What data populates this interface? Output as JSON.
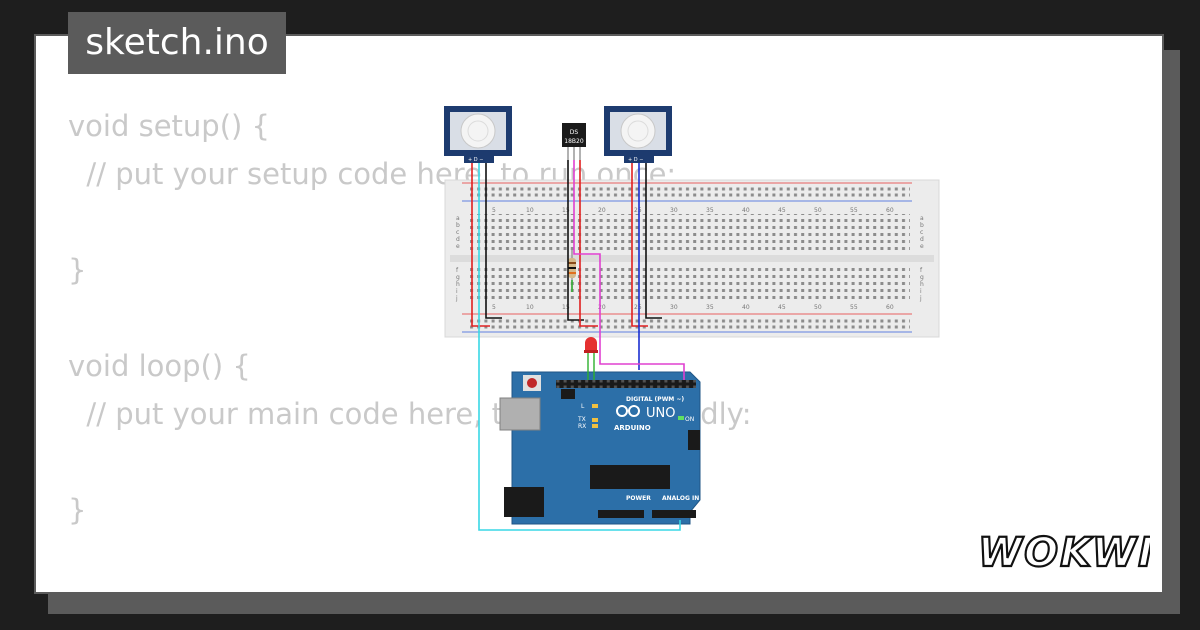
{
  "file_tab": {
    "title": "sketch.ino"
  },
  "code_lines": [
    "void setup() {",
    "  // put your setup code here, to run once:",
    "",
    "}",
    "",
    "void loop() {",
    "  // put your main code here, to run repeatedly:",
    "",
    "}"
  ],
  "components": {
    "sensor_chip": {
      "line1": "DS",
      "line2": "18B20"
    },
    "pir_pins": "+ D −",
    "arduino": {
      "brand": "ARDUINO",
      "model": "UNO",
      "digital_label": "DIGITAL (PWM ~)",
      "power_label": "POWER",
      "analog_label": "ANALOG IN",
      "on_label": "ON",
      "tx_label": "TX",
      "rx_label": "RX",
      "l_label": "L"
    },
    "breadboard": {
      "column_numbers": [
        "5",
        "10",
        "15",
        "20",
        "25",
        "30",
        "35",
        "40",
        "45",
        "50",
        "55",
        "60"
      ],
      "row_letters_top": [
        "a",
        "b",
        "c",
        "d",
        "e"
      ],
      "row_letters_bottom": [
        "f",
        "g",
        "h",
        "i",
        "j"
      ]
    }
  },
  "brand_logo": "WOKWI",
  "colors": {
    "background": "#1e1e1e",
    "card": "#ffffff",
    "tab": "#5b5b5b",
    "code_text": "#c9c9c9",
    "arduino_board": "#2c6fa8",
    "pir_frame": "#1d3b6f",
    "wire_red": "#e02020",
    "wire_black": "#111111",
    "wire_cyan": "#39d7e5",
    "wire_magenta": "#e040d0",
    "wire_blue": "#1a2fd0",
    "led": "#e53030"
  }
}
